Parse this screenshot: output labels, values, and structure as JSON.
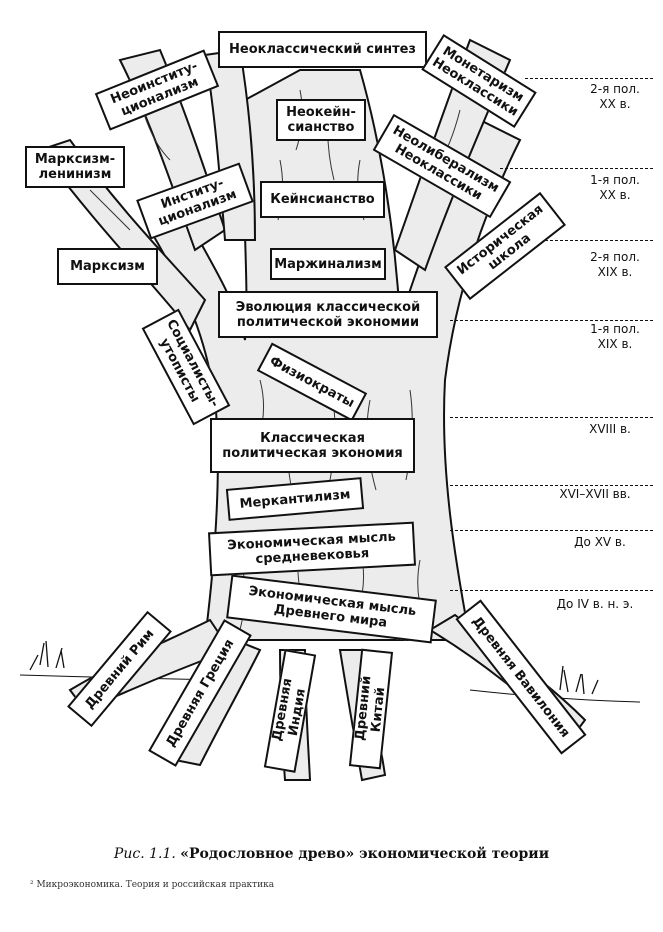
{
  "caption": {
    "figure": "Рис. 1.1.",
    "title": "«Родословное древо» экономической теории"
  },
  "footer": "² Микроэкономика. Теория и российская практика",
  "labels": {
    "neoclassical_synthesis": "Неоклассический синтез",
    "neoinstitutionalism": "Неоинститу-\nционализм",
    "monetarism": "Монетаризм\nНеоклассики",
    "neokeynesianism": "Неокейн-\nсианство",
    "marxism_leninism": "Марксизм-\nленинизм",
    "neoliberalism": "Неолиберализм\nНеоклассики",
    "institutionalism": "Институ-\nционализм",
    "keynesianism": "Кейнсианство",
    "historical_school": "Историческая\nшкола",
    "marxism": "Марксизм",
    "marginalism": "Маржинализм",
    "classical_evolution": "Эволюция классической\nполитической экономии",
    "utopian_socialists": "Социалисты-\nутописты",
    "physiocrats": "Физиократы",
    "classical_political_economy": "Классическая\nполитическая экономия",
    "mercantilism": "Меркантилизм",
    "medieval_thought": "Экономическая мысль\nсредневековья",
    "ancient_thought": "Экономическая мысль\nДревнего мира",
    "ancient_rome": "Древний Рим",
    "ancient_greece": "Древняя Греция",
    "ancient_india": "Древняя Индия",
    "ancient_china": "Древний Китай",
    "ancient_babylon": "Древняя Вавилония"
  },
  "periods": {
    "p1": "2-я пол.\nXX в.",
    "p2": "1-я пол.\nXX в.",
    "p3": "2-я пол.\nXIX в.",
    "p4": "1-я пол.\nXIX в.",
    "p5": "XVIII в.",
    "p6": "XVI–XVII вв.",
    "p7": "До XV в.",
    "p8": "До IV в. н. э."
  }
}
